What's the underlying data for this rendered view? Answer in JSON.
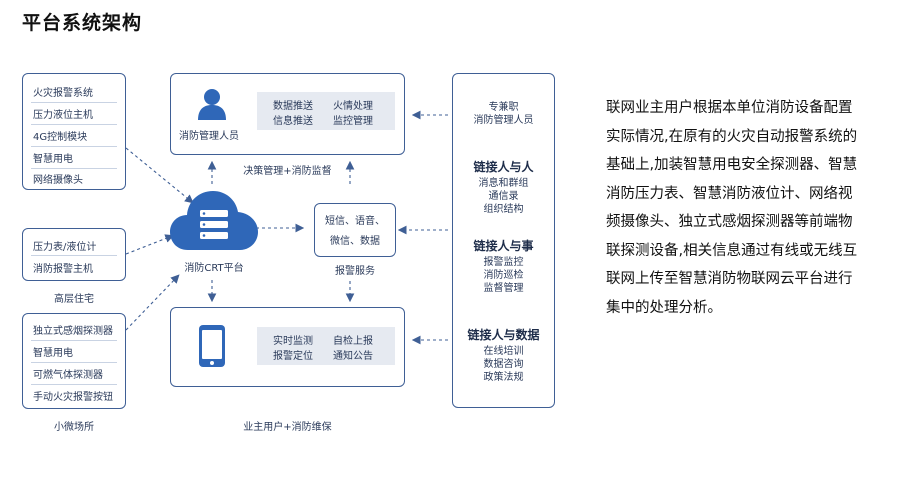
{
  "title": "平台系统架构",
  "left_groups": [
    {
      "items": [
        "火灾报警系统",
        "压力液位主机",
        "4G控制模块",
        "智慧用电",
        "网络摄像头"
      ],
      "caption": ""
    },
    {
      "items": [
        "压力表/液位计",
        "消防报警主机"
      ],
      "caption": "高层住宅"
    },
    {
      "items": [
        "独立式感烟探测器",
        "智慧用电",
        "可燃气体探测器",
        "手动火灾报警按钮"
      ],
      "caption": "小微场所"
    }
  ],
  "top_center": {
    "person_label": "消防管理人员",
    "col1": [
      "数据推送",
      "信息推送"
    ],
    "col2": [
      "火情处理",
      "监控管理"
    ],
    "caption": "决策管理+消防监督"
  },
  "platform_label": "消防CRT平台",
  "alarm_service": {
    "items": [
      "短信、语音、",
      "微信、数据"
    ],
    "caption": "报警服务"
  },
  "bottom_center": {
    "col1": [
      "实时监测",
      "报警定位"
    ],
    "col2": [
      "自检上报",
      "通知公告"
    ],
    "caption": "业主用户+消防维保"
  },
  "right_panel": {
    "staff": [
      "专兼职",
      "消防管理人员"
    ],
    "sections": [
      {
        "heading": "链接人与人",
        "items": [
          "消息和群组",
          "通信录",
          "组织结构"
        ]
      },
      {
        "heading": "链接人与事",
        "items": [
          "报警监控",
          "消防巡检",
          "监督管理"
        ]
      },
      {
        "heading": "链接人与数据",
        "items": [
          "在线培训",
          "数据咨询",
          "政策法规"
        ]
      }
    ]
  },
  "description_lines": [
    "联网业主用户根据本单位消防设备配置",
    "实际情况,在原有的火灾自动报警系统的",
    "基础上,加装智慧用电安全探测器、智慧",
    "消防压力表、智慧消防液位计、网络视",
    "频摄像头、独立式感烟探测器等前端物",
    "联探测设备,相关信息通过有线或无线互",
    "联网上传至智慧消防物联网云平台进行",
    "集中的处理分析。"
  ],
  "colors": {
    "border": "#3f5f95",
    "cloud": "#2f67b8",
    "person": "#2f67b8",
    "shade": "#e6eaf1"
  },
  "icons": [
    "person-icon",
    "cloud-server-icon",
    "phone-icon"
  ]
}
